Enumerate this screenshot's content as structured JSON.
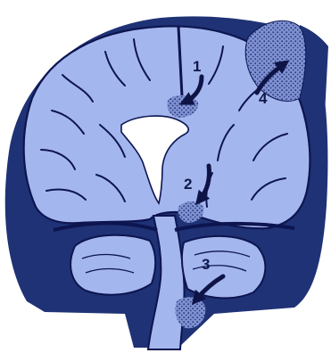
{
  "colors": {
    "skull": "#1f3275",
    "brain": "#a4b6ee",
    "outline": "#0d1550",
    "ventricle": "#ffffff",
    "lesion": "#6f83c6",
    "arrow": "#0e1446"
  },
  "labels": [
    {
      "id": "1",
      "text": "1"
    },
    {
      "id": "2",
      "text": "2"
    },
    {
      "id": "3",
      "text": "3"
    },
    {
      "id": "4",
      "text": "4"
    }
  ]
}
